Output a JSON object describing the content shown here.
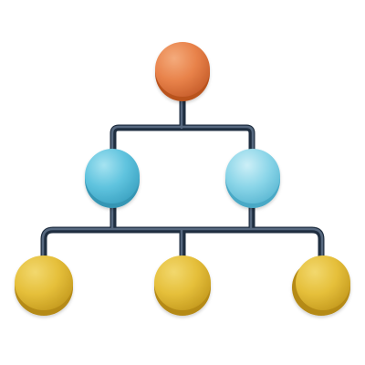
{
  "diagram": {
    "icon": "hierarchy-tree-icon",
    "colors": {
      "background": "#ffffff",
      "connector": "#2e4157",
      "root": "#e8824a",
      "level2": "#5fc3de",
      "level3": "#e5bf3a"
    },
    "levels": [
      {
        "level": 1,
        "nodes": 1
      },
      {
        "level": 2,
        "nodes": 2
      },
      {
        "level": 3,
        "nodes": 3
      }
    ]
  }
}
